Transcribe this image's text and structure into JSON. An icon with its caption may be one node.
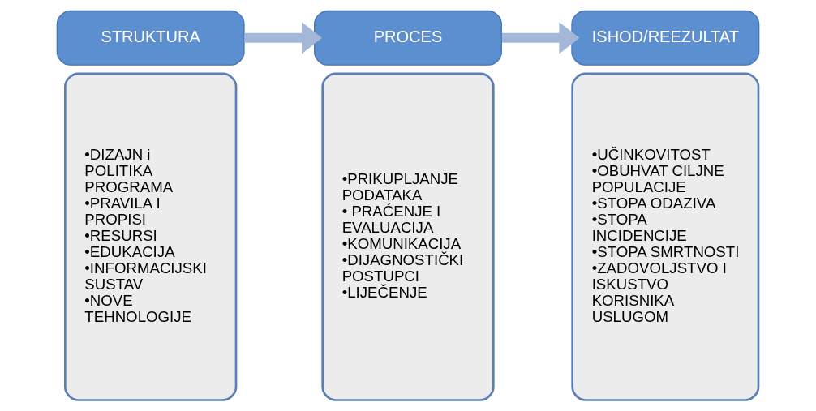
{
  "diagram": {
    "nodes": [
      {
        "text": [
          "STRUKTURA"
        ]
      },
      {
        "text": [
          "•DIZAJN i POLITIKA PROGRAMA",
          "•PRAVILA I PROPISI",
          "•RESURSI",
          "•EDUKACIJA",
          "•INFORMACIJSKI SUSTAV",
          "•NOVE TEHNOLOGIJE"
        ]
      },
      {
        "text": [
          "PROCES"
        ]
      },
      {
        "text": [
          "•PRIKUPLJANJE PODATAKA",
          "• PRAĆENJE I EVALUACIJA",
          "•KOMUNIKACIJA",
          "•DIJAGNOSTIČKI POSTUPCI",
          "•LIJEČENJE"
        ]
      },
      {
        "text": [
          "ISHOD/REEZULTAT"
        ]
      },
      {
        "text": [
          "•UČINKOVITOST",
          "•OBUHVAT CILJNE POPULACIJE",
          "•STOPA ODAZIVA",
          "•STOPA INCIDENCIJE",
          "•STOPA SMRTNOSTI",
          "•ZADOVOLJSTVO I ISKUSTVO KORISNIKA USLUGOM"
        ]
      }
    ],
    "edges": [
      {
        "from": 0,
        "to": 2,
        "arrow": "to"
      },
      {
        "from": 2,
        "to": 4,
        "arrow": "to"
      }
    ]
  }
}
